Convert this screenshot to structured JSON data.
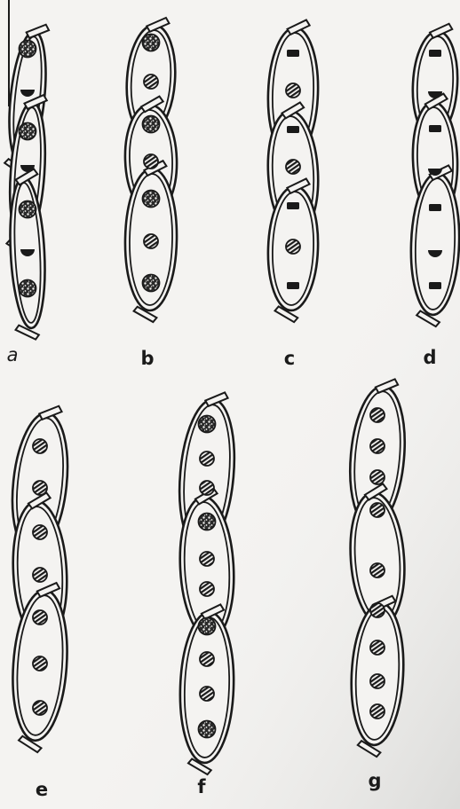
{
  "panels": [
    {
      "id": "a",
      "label": "a"
    },
    {
      "id": "b",
      "label": "b"
    },
    {
      "id": "c",
      "label": "c"
    },
    {
      "id": "d",
      "label": "d"
    },
    {
      "id": "e",
      "label": "e"
    },
    {
      "id": "f",
      "label": "f"
    },
    {
      "id": "g",
      "label": "g"
    }
  ],
  "colors": {
    "ink": "#1a1a1a",
    "paper": "#f4f3f1",
    "shading": "#e6e6e4"
  },
  "icons": {
    "ascus": "ascus-outline-icon",
    "spore_striped": "striped-spore-icon",
    "spore_speckled": "speckled-spore-icon",
    "spore_bar": "bar-spore-icon",
    "spore_half": "half-spore-icon"
  }
}
